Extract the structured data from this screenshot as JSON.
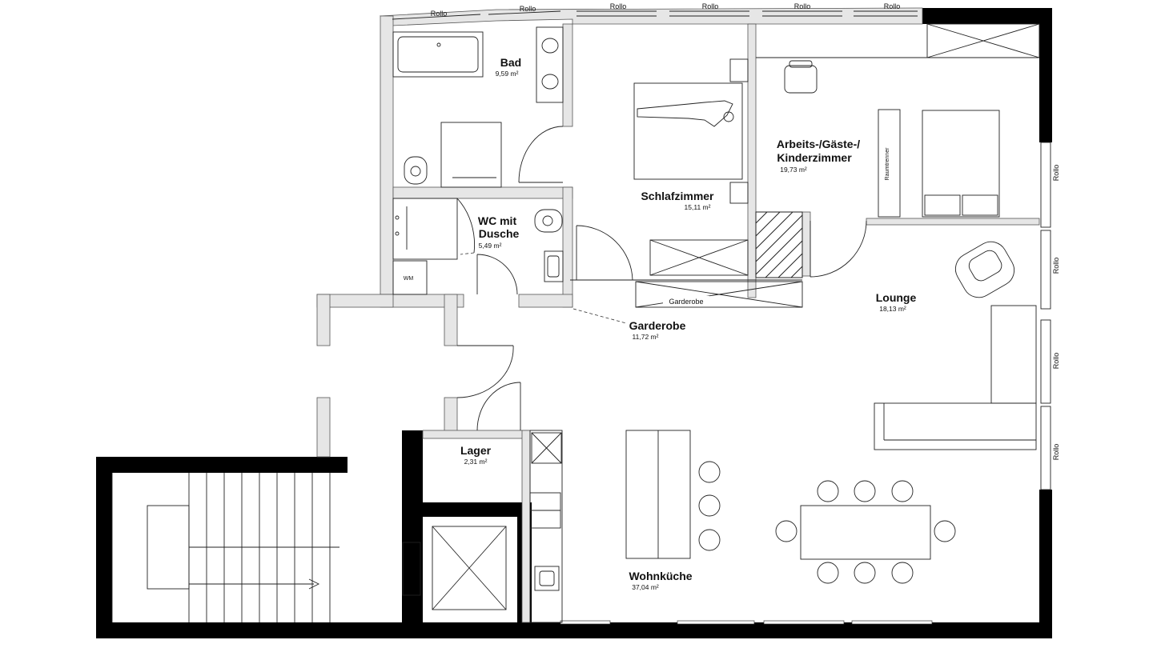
{
  "rooms": [
    {
      "id": "bad",
      "name": "Bad",
      "area": "9,59 m²"
    },
    {
      "id": "schlafzimmer",
      "name": "Schlafzimmer",
      "area": "15,11 m²"
    },
    {
      "id": "arbeitszimmer",
      "name_lines": [
        "Arbeits-/Gäste-/",
        "Kinderzimmer"
      ],
      "area": "19,73 m²"
    },
    {
      "id": "wc",
      "name_lines": [
        "WC mit",
        "Dusche"
      ],
      "area": "5,49 m²"
    },
    {
      "id": "lounge",
      "name": "Lounge",
      "area": "18,13 m²"
    },
    {
      "id": "garderobe",
      "name": "Garderobe",
      "area": "11,72 m²"
    },
    {
      "id": "lager",
      "name": "Lager",
      "area": "2,31 m²"
    },
    {
      "id": "wohnkueche",
      "name": "Wohnküche",
      "area": "37,04 m²"
    }
  ],
  "labels": {
    "rollo": "Rollo",
    "raumtrenner": "Raumtrenner",
    "garderobe_cabinet": "Garderobe",
    "wm": "WM"
  }
}
